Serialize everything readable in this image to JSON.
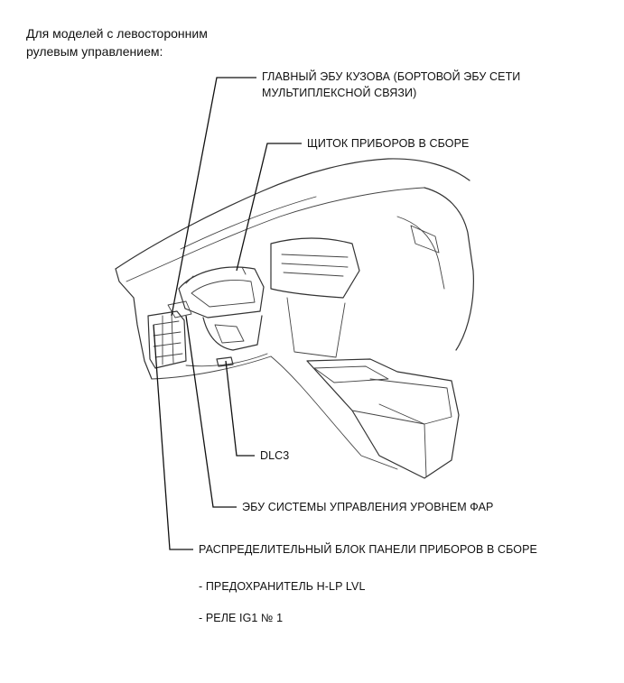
{
  "header": {
    "line1": "Для моделей с левосторонним",
    "line2": "рулевым управлением:"
  },
  "callouts": {
    "body_ecu_line1": "ГЛАВНЫЙ ЭБУ КУЗОВА (БОРТОВОЙ ЭБУ СЕТИ",
    "body_ecu_line2": "МУЛЬТИПЛЕКСНОЙ СВЯЗИ)",
    "combination_meter": "ЩИТОК ПРИБОРОВ В СБОРЕ",
    "dlc3": "DLC3",
    "headlight_leveling_ecu": "ЭБУ СИСТЕМЫ УПРАВЛЕНИЯ УРОВНЕМ ФАР",
    "junction_block": "РАСПРЕДЕЛИТЕЛЬНЫЙ БЛОК ПАНЕЛИ ПРИБОРОВ В СБОРЕ"
  },
  "notes": [
    "- ПРЕДОХРАНИТЕЛЬ H-LP LVL",
    "- РЕЛЕ IG1 № 1"
  ]
}
